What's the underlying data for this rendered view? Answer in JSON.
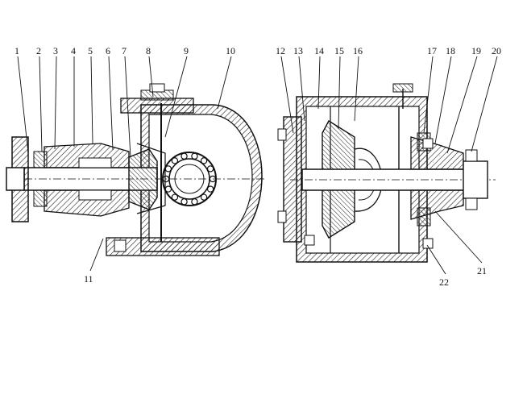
{
  "diagram": {
    "type": "mechanical-cross-section",
    "views": [
      {
        "name": "left-view",
        "labels": [
          "1",
          "2",
          "3",
          "4",
          "5",
          "6",
          "7",
          "8",
          "9",
          "10",
          "11"
        ]
      },
      {
        "name": "right-view",
        "labels": [
          "12",
          "13",
          "14",
          "15",
          "16",
          "17",
          "18",
          "19",
          "20",
          "21",
          "22"
        ]
      }
    ],
    "part_labels": {
      "p1": "1",
      "p2": "2",
      "p3": "3",
      "p4": "4",
      "p5": "5",
      "p6": "6",
      "p7": "7",
      "p8": "8",
      "p9": "9",
      "p10": "10",
      "p11": "11",
      "p12": "12",
      "p13": "13",
      "p14": "14",
      "p15": "15",
      "p16": "16",
      "p17": "17",
      "p18": "18",
      "p19": "19",
      "p20": "20",
      "p21": "21",
      "p22": "22"
    },
    "colors": {
      "ink": "#111111",
      "background": "#ffffff",
      "hatch": "#222222"
    }
  }
}
